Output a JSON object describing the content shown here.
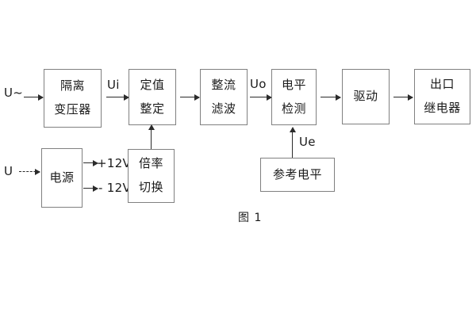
{
  "figure": {
    "caption": "图 1",
    "colors": {
      "block_border": "#808080",
      "arrow": "#2b2b2b",
      "text": "#1a1a1a",
      "background": "#ffffff"
    }
  },
  "blocks": [
    {
      "id": "isolation-transformer",
      "lines": [
        "隔离",
        "变压器"
      ]
    },
    {
      "id": "setting-value",
      "lines": [
        "定值",
        "整定"
      ]
    },
    {
      "id": "rectify-filter",
      "lines": [
        "整流",
        "滤波"
      ]
    },
    {
      "id": "level-detection",
      "lines": [
        "电平",
        "检测"
      ]
    },
    {
      "id": "drive",
      "lines": [
        "驱动"
      ]
    },
    {
      "id": "output-relay",
      "lines": [
        "出口",
        "继电器"
      ]
    },
    {
      "id": "power-supply",
      "lines": [
        "电源"
      ]
    },
    {
      "id": "multiplier-switch",
      "lines": [
        "倍率",
        "切换"
      ]
    },
    {
      "id": "reference-level",
      "lines": [
        "参考电平"
      ]
    }
  ],
  "labels": {
    "input_ac": "U~",
    "input_dc": "U",
    "signal_ui": "Ui",
    "signal_uo": "Uo",
    "signal_ue": "Ue",
    "rail_positive": "+12V",
    "rail_negative": "- 12V"
  }
}
